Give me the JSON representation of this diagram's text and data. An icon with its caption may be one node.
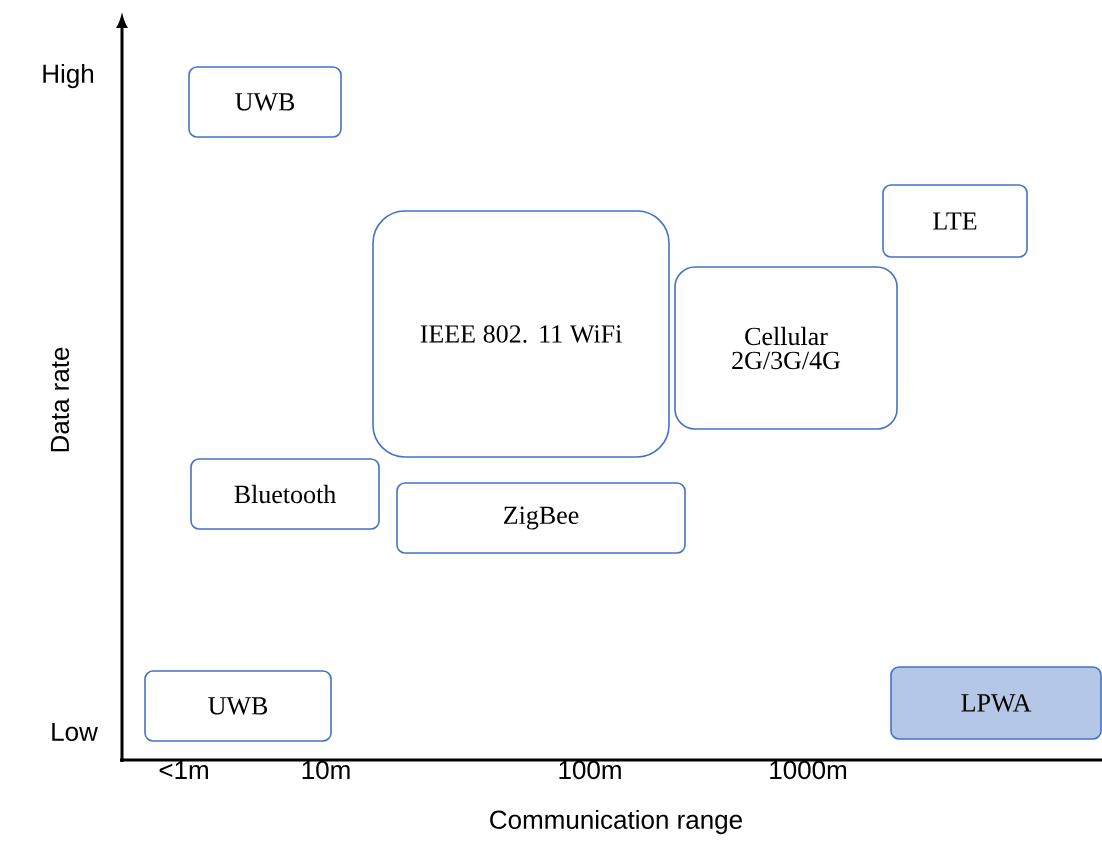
{
  "diagram": {
    "nodes": [
      {
        "text": [
          "UWB"
        ]
      },
      {
        "text": [
          "IEEE 802. 11 WiFi"
        ]
      },
      {
        "text": [
          "LTE"
        ]
      },
      {
        "text": [
          "Cellular 2G/3G/4G"
        ]
      },
      {
        "text": [
          "Bluetooth"
        ]
      },
      {
        "text": [
          "ZigBee"
        ]
      },
      {
        "text": [
          "UWB"
        ]
      },
      {
        "text": [
          "LPWA"
        ]
      }
    ],
    "labels": [
      "High",
      "Data rate",
      "Low",
      "<1m",
      "10m",
      "100m",
      "1000m",
      "Communication range"
    ]
  }
}
